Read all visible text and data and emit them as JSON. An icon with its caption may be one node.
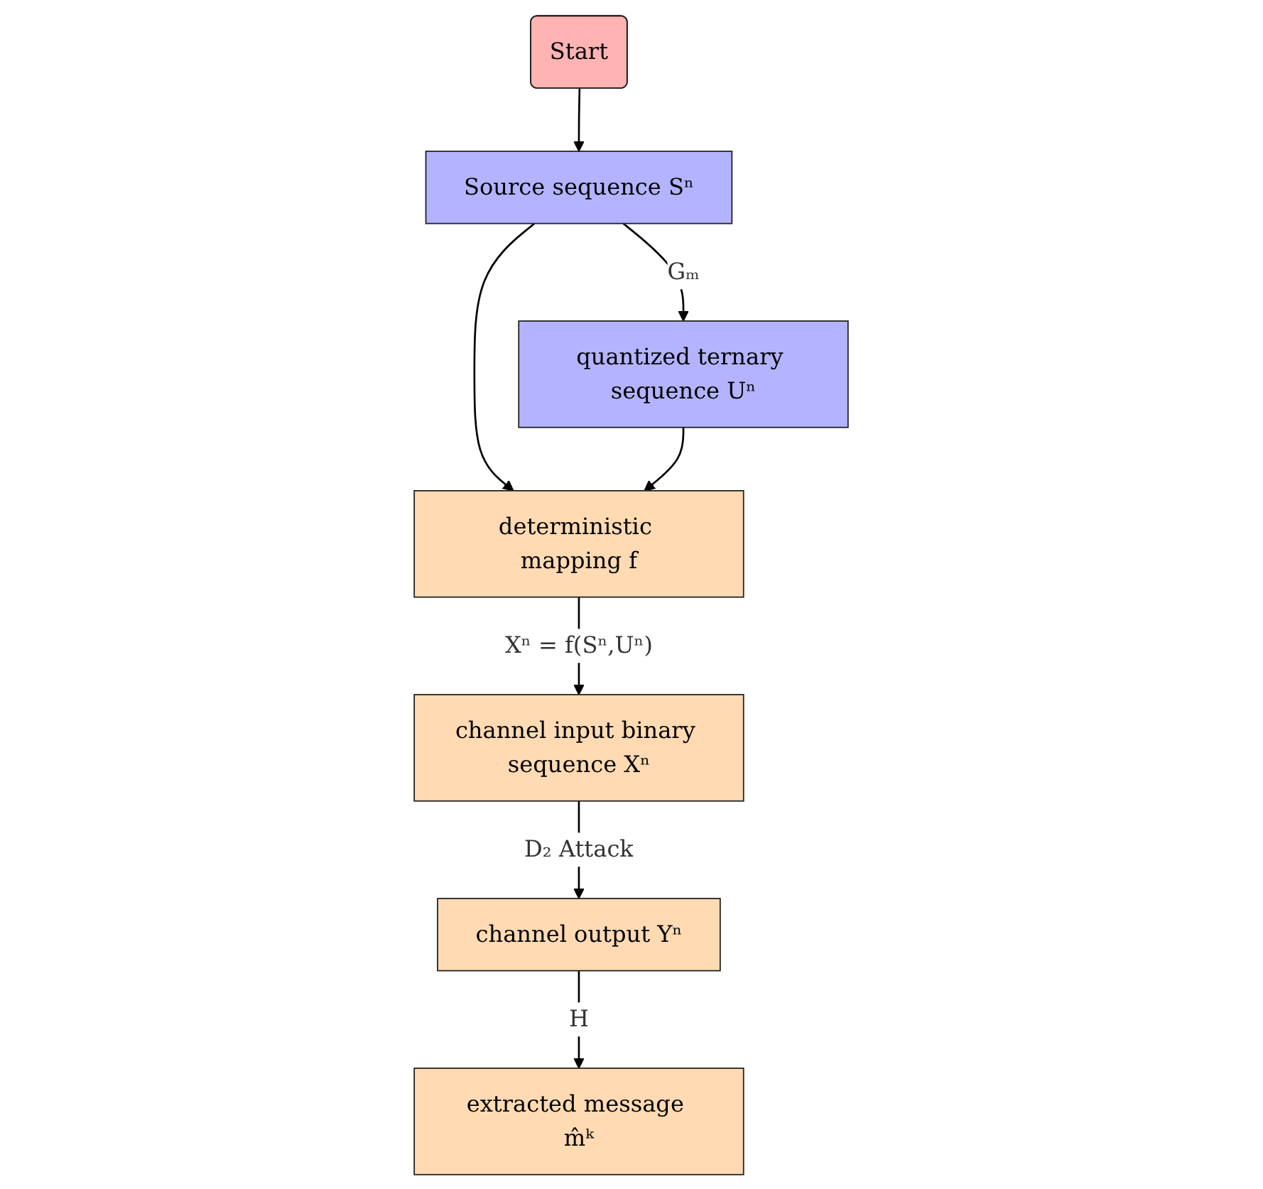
{
  "diagram": {
    "nodes": [
      {
        "text": [
          "Start"
        ]
      },
      {
        "text": [
          "Source sequence Sⁿ"
        ]
      },
      {
        "text": [
          "quantized ternary sequence Uⁿ"
        ]
      },
      {
        "text": [
          "deterministic mapping f"
        ]
      },
      {
        "text": [
          "channel input binary sequence Xⁿ"
        ]
      },
      {
        "text": [
          "channel output Yⁿ"
        ]
      },
      {
        "text": [
          "extracted message m̂ᵏ"
        ]
      }
    ],
    "edges": [
      {
        "from": 0,
        "to": 1,
        "arrow": "to"
      },
      {
        "from": 1,
        "to": 2,
        "arrow": "to",
        "label": "Gₘ"
      },
      {
        "from": 1,
        "to": 3,
        "arrow": "to"
      },
      {
        "from": 2,
        "to": 3,
        "arrow": "to"
      },
      {
        "from": 3,
        "to": 4,
        "arrow": "to",
        "label": "Xⁿ = f(Sⁿ,Uⁿ)"
      },
      {
        "from": 4,
        "to": 5,
        "arrow": "to",
        "label": "D₂ Attack"
      },
      {
        "from": 5,
        "to": 6,
        "arrow": "to",
        "label": "H"
      }
    ]
  }
}
